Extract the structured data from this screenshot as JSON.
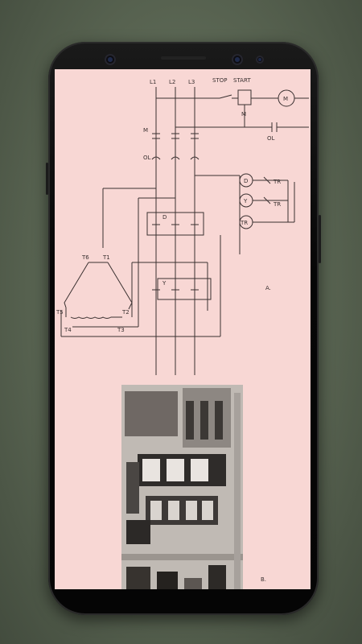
{
  "diagram": {
    "lines": [
      "L1",
      "L2",
      "L3"
    ],
    "stop_label": "STOP",
    "start_label": "START",
    "motor_label": "M",
    "contactor_label": "M",
    "coil_label": "M",
    "overload_label": "OL",
    "overload_contact_label": "OL",
    "delta_contact_label": "D",
    "wye_contact_label": "Y",
    "timer_label": "TR",
    "coil_d_label": "D",
    "coil_y_label": "Y",
    "coil_tr_label": "TR",
    "terminals": [
      "T6",
      "T1",
      "T5",
      "T2",
      "T4",
      "T3"
    ],
    "caption_a": "A.",
    "caption_b": "B."
  },
  "colors": {
    "page_background": "#f8d7d4",
    "ink": "#3a3030",
    "device_frame": "#070707"
  }
}
